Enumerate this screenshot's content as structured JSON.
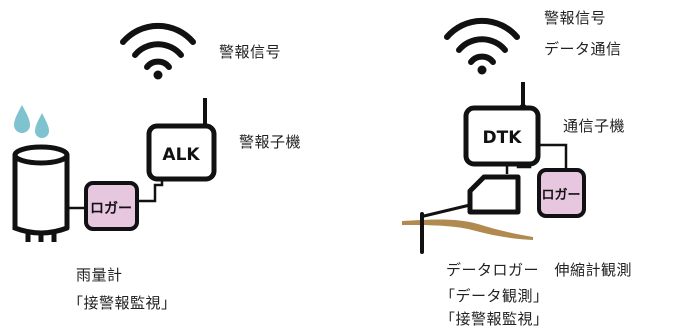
{
  "colors": {
    "line": "#111111",
    "logger_fill": "#e7c7df",
    "drop": "#7ec3cf",
    "ground": "#b18a50",
    "text": "#222222"
  },
  "icons": [
    "wifi-icon",
    "water-drop-icon",
    "rain-gauge-icon",
    "antenna-icon",
    "extensometer-sensor-icon",
    "ground-line-icon"
  ],
  "left_system": {
    "signal_label": "警報信号",
    "device_label": "ALK",
    "device_name": "警報子機",
    "logger_label": "ロガー",
    "caption_line1": "雨量計",
    "caption_line2": "「接警報監視」"
  },
  "right_system": {
    "signal_label_1": "警報信号",
    "signal_label_2": "データ通信",
    "device_label": "DTK",
    "device_name": "通信子機",
    "logger_label": "ロガー",
    "caption_line1": "データロガー　伸縮計観測",
    "caption_line2": "「データ観測」",
    "caption_line3": "「接警報監視」"
  }
}
